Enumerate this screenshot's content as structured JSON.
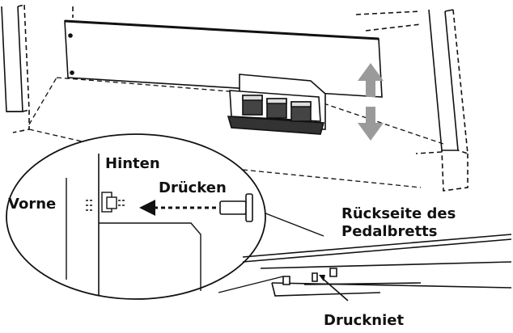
{
  "labels": {
    "back": "Hinten",
    "press": "Drücken",
    "front": "Vorne",
    "board_back_line1": "Rückseite des",
    "board_back_line2": "Pedalbretts",
    "push_rivet": "Druckniet"
  },
  "colors": {
    "line": "#111111",
    "arrow": "#9a9a9a",
    "background": "#ffffff"
  },
  "icons": {
    "up": "up-arrow-icon",
    "down": "down-arrow-icon",
    "direction": "dashed-left-arrow-icon"
  }
}
